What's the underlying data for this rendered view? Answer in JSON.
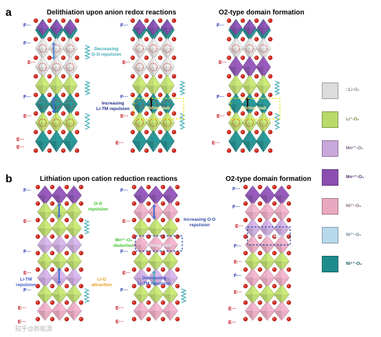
{
  "panel_a": {
    "letter": "a",
    "title_left": "Delithiation upon anion redox reactions",
    "title_right": "O2-type domain formation",
    "ann_oo": "Decreasing\nO-O repulsion",
    "ann_litm": "Increasing\nLi-TM repulsion",
    "slab": "Gliding slab"
  },
  "panel_b": {
    "letter": "b",
    "title_left": "Lithiation upon cation reduction reactions",
    "title_right": "O2-type domain formation",
    "ann_oo": "O-O\nrepulsion",
    "ann_litm": "Li-TM\nrepulsion",
    "ann_lio": "Li-O\nattraction",
    "ann_mn": "Mn³⁺-O₆\ndistortion",
    "ann_inc_oo": "Increasing O-O\nrepulsion",
    "ann_dec_litm": "Decreasing\nLi-TM repulsion",
    "slab": "Gliding slab"
  },
  "labels": {
    "F": "F···",
    "E": "E···"
  },
  "legend": [
    {
      "label": "□Li-O₆",
      "color": "#dcdcdc"
    },
    {
      "label": "Li⁺-O₆",
      "color": "#b9d96a"
    },
    {
      "label": "Mn³⁺-O₆",
      "color": "#c9a8db"
    },
    {
      "label": "Mn⁴⁺-O₆",
      "color": "#8a4fb0"
    },
    {
      "label": "Ni²⁺-O₆",
      "color": "#e8a8c0"
    },
    {
      "label": "Ni³⁺-O₆",
      "color": "#b8d8ec"
    },
    {
      "label": "Ni⁴⁺-O₆",
      "color": "#1e8c8c"
    }
  ],
  "colors": {
    "vacancy": "#dcdcdc",
    "li": "#b9d96a",
    "mn3": "#c9a8db",
    "mn4": "#8a4fb0",
    "ni2": "#e8a8c0",
    "ni3": "#b8d8ec",
    "ni4": "#1e8c8c",
    "oxygen": "#d42a1f"
  },
  "watermark": "知乎@新能源"
}
